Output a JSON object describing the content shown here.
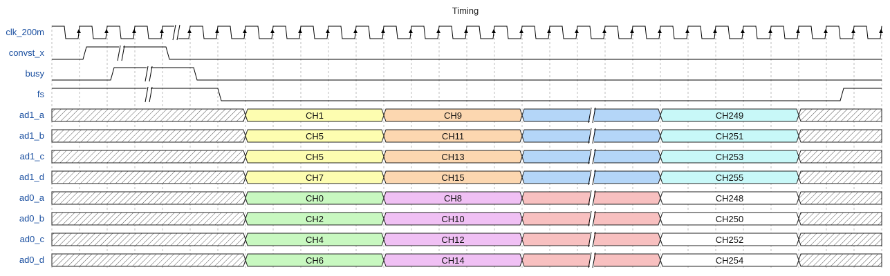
{
  "title": "Timing",
  "colors": {
    "label": "#1a4fa0",
    "grid": "#bcbcbc",
    "hatch": "#555555",
    "yellow": "#fdfdb0",
    "orange": "#fcd7b0",
    "blue": "#b4d6f8",
    "cyan": "#c8f8f8",
    "green": "#c8f8c0",
    "magenta": "#f0c0f4",
    "red": "#f8c0c0",
    "white": "#ffffff"
  },
  "clock": {
    "name": "clk_200m",
    "period_cycles": 1,
    "rising_arrows": true
  },
  "signals": [
    {
      "name": "clk_200m",
      "type": "clock"
    },
    {
      "name": "convst_x",
      "type": "digital",
      "rise_cycle": 1,
      "fall_cycle": 4,
      "gap_cycle": 2.5
    },
    {
      "name": "busy",
      "type": "digital",
      "rise_cycle": 2,
      "fall_cycle": 5,
      "gap_cycle": 3.5
    },
    {
      "name": "fs",
      "type": "digital_high_low_high",
      "fall_cycle": 6,
      "rise_cycle": 28.5,
      "gap_cycle": 3.5
    },
    {
      "name": "ad1_a",
      "type": "bus",
      "segments": [
        {
          "start": 0,
          "end": 7,
          "fill": "hatch",
          "label": ""
        },
        {
          "start": 7,
          "end": 12,
          "fill": "yellow",
          "label": "CH1"
        },
        {
          "start": 12,
          "end": 17,
          "fill": "orange",
          "label": "CH9"
        },
        {
          "start": 17,
          "end": 22,
          "fill": "blue",
          "label": "",
          "gap": true
        },
        {
          "start": 22,
          "end": 27,
          "fill": "cyan",
          "label": "CH249"
        },
        {
          "start": 27,
          "end": 30,
          "fill": "hatch",
          "label": ""
        }
      ]
    },
    {
      "name": "ad1_b",
      "type": "bus",
      "segments": [
        {
          "start": 0,
          "end": 7,
          "fill": "hatch",
          "label": ""
        },
        {
          "start": 7,
          "end": 12,
          "fill": "yellow",
          "label": "CH5"
        },
        {
          "start": 12,
          "end": 17,
          "fill": "orange",
          "label": "CH11"
        },
        {
          "start": 17,
          "end": 22,
          "fill": "blue",
          "label": "",
          "gap": true
        },
        {
          "start": 22,
          "end": 27,
          "fill": "cyan",
          "label": "CH251"
        },
        {
          "start": 27,
          "end": 30,
          "fill": "hatch",
          "label": ""
        }
      ]
    },
    {
      "name": "ad1_c",
      "type": "bus",
      "segments": [
        {
          "start": 0,
          "end": 7,
          "fill": "hatch",
          "label": ""
        },
        {
          "start": 7,
          "end": 12,
          "fill": "yellow",
          "label": "CH5"
        },
        {
          "start": 12,
          "end": 17,
          "fill": "orange",
          "label": "CH13"
        },
        {
          "start": 17,
          "end": 22,
          "fill": "blue",
          "label": "",
          "gap": true
        },
        {
          "start": 22,
          "end": 27,
          "fill": "cyan",
          "label": "CH253"
        },
        {
          "start": 27,
          "end": 30,
          "fill": "hatch",
          "label": ""
        }
      ]
    },
    {
      "name": "ad1_d",
      "type": "bus",
      "segments": [
        {
          "start": 0,
          "end": 7,
          "fill": "hatch",
          "label": ""
        },
        {
          "start": 7,
          "end": 12,
          "fill": "yellow",
          "label": "CH7"
        },
        {
          "start": 12,
          "end": 17,
          "fill": "orange",
          "label": "CH15"
        },
        {
          "start": 17,
          "end": 22,
          "fill": "blue",
          "label": "",
          "gap": true
        },
        {
          "start": 22,
          "end": 27,
          "fill": "cyan",
          "label": "CH255"
        },
        {
          "start": 27,
          "end": 30,
          "fill": "hatch",
          "label": ""
        }
      ]
    },
    {
      "name": "ad0_a",
      "type": "bus",
      "segments": [
        {
          "start": 0,
          "end": 7,
          "fill": "hatch",
          "label": ""
        },
        {
          "start": 7,
          "end": 12,
          "fill": "green",
          "label": "CH0"
        },
        {
          "start": 12,
          "end": 17,
          "fill": "magenta",
          "label": "CH8"
        },
        {
          "start": 17,
          "end": 22,
          "fill": "red",
          "label": "",
          "gap": true
        },
        {
          "start": 22,
          "end": 27,
          "fill": "white",
          "label": "CH248"
        },
        {
          "start": 27,
          "end": 30,
          "fill": "hatch",
          "label": ""
        }
      ]
    },
    {
      "name": "ad0_b",
      "type": "bus",
      "segments": [
        {
          "start": 0,
          "end": 7,
          "fill": "hatch",
          "label": ""
        },
        {
          "start": 7,
          "end": 12,
          "fill": "green",
          "label": "CH2"
        },
        {
          "start": 12,
          "end": 17,
          "fill": "magenta",
          "label": "CH10"
        },
        {
          "start": 17,
          "end": 22,
          "fill": "red",
          "label": "",
          "gap": true
        },
        {
          "start": 22,
          "end": 27,
          "fill": "white",
          "label": "CH250"
        },
        {
          "start": 27,
          "end": 30,
          "fill": "hatch",
          "label": ""
        }
      ]
    },
    {
      "name": "ad0_c",
      "type": "bus",
      "segments": [
        {
          "start": 0,
          "end": 7,
          "fill": "hatch",
          "label": ""
        },
        {
          "start": 7,
          "end": 12,
          "fill": "green",
          "label": "CH4"
        },
        {
          "start": 12,
          "end": 17,
          "fill": "magenta",
          "label": "CH12"
        },
        {
          "start": 17,
          "end": 22,
          "fill": "red",
          "label": "",
          "gap": true
        },
        {
          "start": 22,
          "end": 27,
          "fill": "white",
          "label": "CH252"
        },
        {
          "start": 27,
          "end": 30,
          "fill": "hatch",
          "label": ""
        }
      ]
    },
    {
      "name": "ad0_d",
      "type": "bus",
      "segments": [
        {
          "start": 0,
          "end": 7,
          "fill": "hatch",
          "label": ""
        },
        {
          "start": 7,
          "end": 12,
          "fill": "green",
          "label": "CH6"
        },
        {
          "start": 12,
          "end": 17,
          "fill": "magenta",
          "label": "CH14"
        },
        {
          "start": 17,
          "end": 22,
          "fill": "red",
          "label": "",
          "gap": true
        },
        {
          "start": 22,
          "end": 27,
          "fill": "white",
          "label": "CH254"
        },
        {
          "start": 27,
          "end": 30,
          "fill": "hatch",
          "label": ""
        }
      ]
    }
  ],
  "total_cycles": 30,
  "clock_gap_cycle": 4.5
}
